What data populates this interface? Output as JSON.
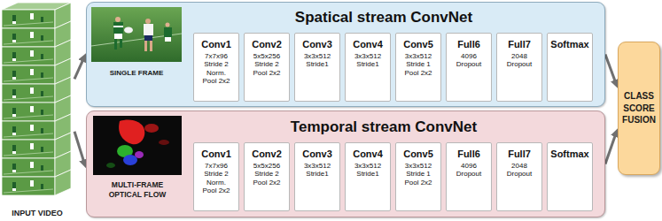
{
  "diagram": {
    "nodes": [
      {
        "text": [
          "INPUT VIDEO"
        ]
      },
      {
        "text": [
          "Spatical stream ConvNet"
        ]
      },
      {
        "text": [
          "Conv1",
          "7x7x96 Stride 2 Norm. Pool 2x2"
        ],
        "in": 1
      },
      {
        "text": [
          "Conv2",
          "5x5x256 Stride 2 Pool 2x2"
        ],
        "in": 1
      },
      {
        "text": [
          "Conv3",
          "3x3x512 Stride1"
        ],
        "in": 1
      },
      {
        "text": [
          "Conv4",
          "3x3x512 Stride1"
        ],
        "in": 1
      },
      {
        "text": [
          "Conv5",
          "3x3x512 Stride 1 Pool 2x2"
        ],
        "in": 1
      },
      {
        "text": [
          "Full6",
          "4096 Dropout"
        ],
        "in": 1
      },
      {
        "text": [
          "Full7",
          "2048 Dropout"
        ],
        "in": 1
      },
      {
        "text": [
          "Softmax"
        ],
        "in": 1
      },
      {
        "text": [
          "Temporal stream ConvNet"
        ]
      },
      {
        "text": [
          "Conv1",
          "7x7x96 Stride 2 Norm. Pool 2x2"
        ],
        "in": 10
      },
      {
        "text": [
          "Conv2",
          "5x5x256 Stride 2 Pool 2x2"
        ],
        "in": 10
      },
      {
        "text": [
          "Conv3",
          "3x3x512 Stride1"
        ],
        "in": 10
      },
      {
        "text": [
          "Conv4",
          "3x3x512 Stride1"
        ],
        "in": 10
      },
      {
        "text": [
          "Conv5",
          "3x3x512 Stride 1 Pool 2x2"
        ],
        "in": 10
      },
      {
        "text": [
          "Full6",
          "4096 Dropout"
        ],
        "in": 10
      },
      {
        "text": [
          "Full7",
          "2048 Dropout"
        ],
        "in": 10
      },
      {
        "text": [
          "Softmax"
        ],
        "in": 10
      },
      {
        "text": [
          "CLASS SCORE FUSION"
        ]
      }
    ],
    "edges": [
      {
        "from": 0,
        "to": 1,
        "arrow": "to"
      },
      {
        "from": 0,
        "to": 10,
        "arrow": "to"
      },
      {
        "from": 1,
        "to": 19,
        "arrow": "to"
      },
      {
        "from": 10,
        "to": 19,
        "arrow": "to"
      }
    ],
    "labels": [
      "SINGLE FRAME",
      "MULTI-FRAME OPTICAL FLOW"
    ]
  }
}
